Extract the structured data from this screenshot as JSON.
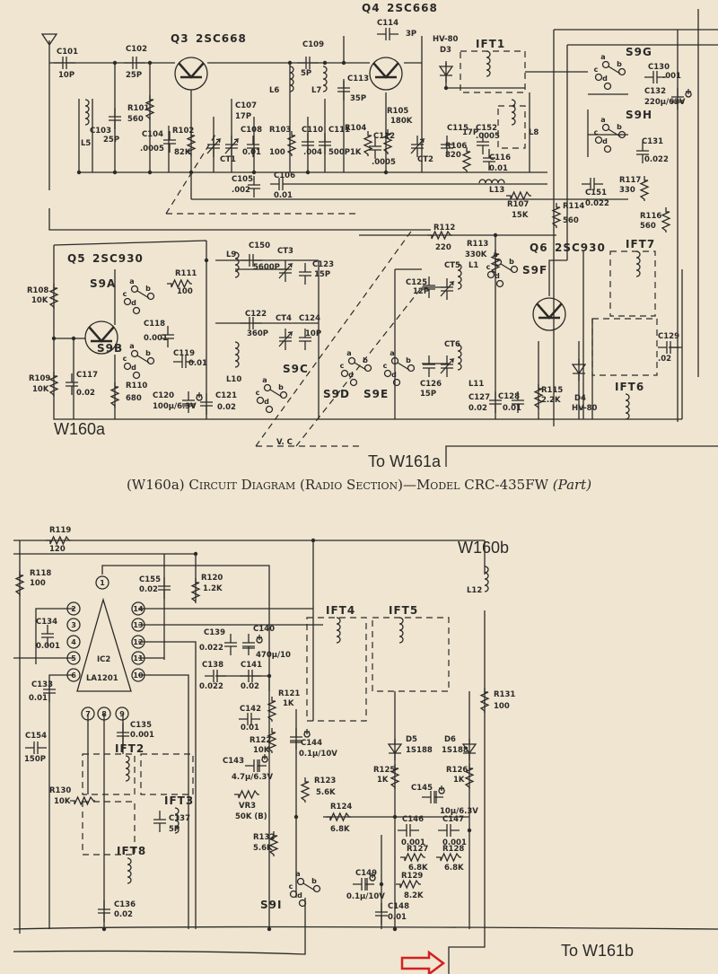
{
  "sections": {
    "top": "W160a",
    "bottom": "W160b",
    "to_top": "To W161a",
    "to_bottom": "To W161b",
    "vc": "V. C"
  },
  "caption": {
    "prefix": "(W160a) ",
    "main": "Circuit Diagram (Radio Section)—Model CRC-435FW ",
    "suffix": "(Part)"
  },
  "transistors": [
    {
      "ref": "Q3",
      "type": "2SC668"
    },
    {
      "ref": "Q4",
      "type": "2SC668"
    },
    {
      "ref": "Q5",
      "type": "2SC930"
    },
    {
      "ref": "Q6",
      "type": "2SC930"
    }
  ],
  "transformers": [
    "IFT1",
    "IFT7",
    "IFT6",
    "IFT4",
    "IFT5",
    "IFT2",
    "IFT3",
    "IFT8"
  ],
  "switches": [
    "S9G",
    "S9H",
    "S9A",
    "S9B",
    "S9C",
    "S9D",
    "S9E",
    "S9F",
    "S9I"
  ],
  "contact_letters": [
    "a",
    "b",
    "c",
    "d"
  ],
  "ic2": {
    "ref": "IC2",
    "type": "LA1201",
    "pins": [
      "1",
      "2",
      "3",
      "4",
      "5",
      "6",
      "7",
      "8",
      "9",
      "10",
      "11",
      "12",
      "13",
      "14"
    ]
  },
  "components": [
    {
      "ref": "C101",
      "value": "10P"
    },
    {
      "ref": "C102",
      "value": "25P"
    },
    {
      "ref": "C103",
      "value": "25P"
    },
    {
      "ref": "L5",
      "value": ""
    },
    {
      "ref": "R101",
      "value": "560"
    },
    {
      "ref": "C104",
      "value": ".0005"
    },
    {
      "ref": "R102",
      "value": "82K"
    },
    {
      "ref": "CT1",
      "value": ""
    },
    {
      "ref": "C107",
      "value": "17P"
    },
    {
      "ref": "C108",
      "value": "0.01"
    },
    {
      "ref": "R103",
      "value": "100"
    },
    {
      "ref": "C110",
      "value": ".004"
    },
    {
      "ref": "C111",
      "value": "500P"
    },
    {
      "ref": "C109",
      "value": "5P"
    },
    {
      "ref": "L6",
      "value": ""
    },
    {
      "ref": "L7",
      "value": ""
    },
    {
      "ref": "C113",
      "value": "35P"
    },
    {
      "ref": "C105",
      "value": ".002"
    },
    {
      "ref": "C106",
      "value": "0.01"
    },
    {
      "ref": "C114",
      "value": "3P"
    },
    {
      "ref": "R104",
      "value": "1K"
    },
    {
      "ref": "C112",
      "value": ".0005"
    },
    {
      "ref": "R105",
      "value": "180K"
    },
    {
      "ref": "CT2",
      "value": ""
    },
    {
      "ref": "C115",
      "value": "17P"
    },
    {
      "ref": "R106",
      "value": "820"
    },
    {
      "ref": "C152",
      "value": ".0005"
    },
    {
      "ref": "C116",
      "value": "0.01"
    },
    {
      "ref": "L8",
      "value": ""
    },
    {
      "ref": "L13",
      "value": ""
    },
    {
      "ref": "R107",
      "value": "15K"
    },
    {
      "ref": "D3",
      "value": "HV-80"
    },
    {
      "ref": "C130",
      "value": ".001"
    },
    {
      "ref": "C132",
      "value": "220μ/63V"
    },
    {
      "ref": "C131",
      "value": "0.022"
    },
    {
      "ref": "C151",
      "value": "0.022"
    },
    {
      "ref": "R117",
      "value": "330"
    },
    {
      "ref": "R114",
      "value": "560"
    },
    {
      "ref": "R116",
      "value": "560"
    },
    {
      "ref": "R112",
      "value": "220"
    },
    {
      "ref": "R108",
      "value": "10K"
    },
    {
      "ref": "R111",
      "value": "100"
    },
    {
      "ref": "C118",
      "value": "0.001"
    },
    {
      "ref": "C119",
      "value": "0.01"
    },
    {
      "ref": "R109",
      "value": "10K"
    },
    {
      "ref": "C117",
      "value": "0.02"
    },
    {
      "ref": "R110",
      "value": "680"
    },
    {
      "ref": "C120",
      "value": "100μ/6.3V"
    },
    {
      "ref": "C121",
      "value": "0.02"
    },
    {
      "ref": "L9",
      "value": ""
    },
    {
      "ref": "C150",
      "value": "5600P"
    },
    {
      "ref": "CT3",
      "value": ""
    },
    {
      "ref": "C123",
      "value": "15P"
    },
    {
      "ref": "C122",
      "value": "360P"
    },
    {
      "ref": "CT4",
      "value": ""
    },
    {
      "ref": "C124",
      "value": "10P"
    },
    {
      "ref": "L10",
      "value": ""
    },
    {
      "ref": "CT5",
      "value": ""
    },
    {
      "ref": "C125",
      "value": "12P"
    },
    {
      "ref": "L1",
      "value": ""
    },
    {
      "ref": "CT6",
      "value": ""
    },
    {
      "ref": "C126",
      "value": "15P"
    },
    {
      "ref": "L11",
      "value": ""
    },
    {
      "ref": "R113",
      "value": "330K"
    },
    {
      "ref": "C127",
      "value": "0.02"
    },
    {
      "ref": "C128",
      "value": "0.01"
    },
    {
      "ref": "R115",
      "value": "2.2K"
    },
    {
      "ref": "D4",
      "value": "HV-80"
    },
    {
      "ref": "C129",
      "value": ".02"
    },
    {
      "ref": "R119",
      "value": "120"
    },
    {
      "ref": "R118",
      "value": "100"
    },
    {
      "ref": "C155",
      "value": "0.02"
    },
    {
      "ref": "R120",
      "value": "1.2K"
    },
    {
      "ref": "L12",
      "value": ""
    },
    {
      "ref": "C134",
      "value": "0.001"
    },
    {
      "ref": "C133",
      "value": "0.01"
    },
    {
      "ref": "C139",
      "value": "0.022"
    },
    {
      "ref": "C140",
      "value": "470μ/10"
    },
    {
      "ref": "C138",
      "value": "0.022"
    },
    {
      "ref": "C141",
      "value": "0.02"
    },
    {
      "ref": "R121",
      "value": "1K"
    },
    {
      "ref": "C142",
      "value": "0.01"
    },
    {
      "ref": "R122",
      "value": "10K"
    },
    {
      "ref": "C144",
      "value": "0.1μ/10V"
    },
    {
      "ref": "C143",
      "value": "4.7μ/6.3V"
    },
    {
      "ref": "VR3",
      "value": "50K (B)"
    },
    {
      "ref": "R123",
      "value": "5.6K"
    },
    {
      "ref": "R124",
      "value": "6.8K"
    },
    {
      "ref": "R132",
      "value": "5.6K"
    },
    {
      "ref": "C135",
      "value": "0.001"
    },
    {
      "ref": "C154",
      "value": "150P"
    },
    {
      "ref": "R130",
      "value": "10K"
    },
    {
      "ref": "C137",
      "value": "5P"
    },
    {
      "ref": "C136",
      "value": "0.02"
    },
    {
      "ref": "D5",
      "value": "1S188"
    },
    {
      "ref": "D6",
      "value": "1S188"
    },
    {
      "ref": "R131",
      "value": "100"
    },
    {
      "ref": "R125",
      "value": "1K"
    },
    {
      "ref": "R126",
      "value": "1K"
    },
    {
      "ref": "C145",
      "value": "10μ/6.3V"
    },
    {
      "ref": "C146",
      "value": "0.001"
    },
    {
      "ref": "C147",
      "value": "0.001"
    },
    {
      "ref": "R127",
      "value": "6.8K"
    },
    {
      "ref": "R128",
      "value": "6.8K"
    },
    {
      "ref": "R129",
      "value": "8.2K"
    },
    {
      "ref": "C149",
      "value": "0.1μ/10V"
    },
    {
      "ref": "C148",
      "value": "0.01"
    }
  ],
  "colors": {
    "paper": "#efe5d1",
    "ink": "#2b2a28",
    "arrow": "#d42020"
  }
}
